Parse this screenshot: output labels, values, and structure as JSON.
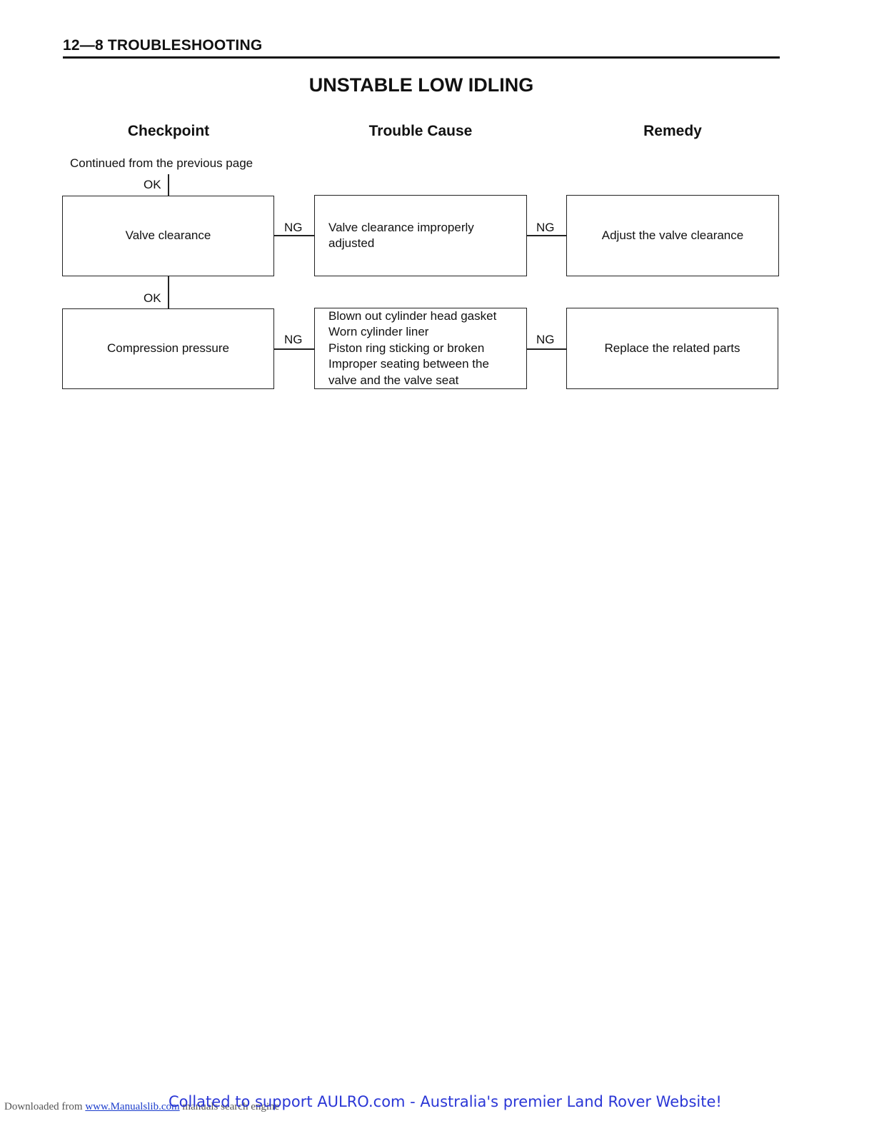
{
  "header": {
    "section": "12—8 TROUBLESHOOTING"
  },
  "page_title": "UNSTABLE LOW IDLING",
  "columns": {
    "checkpoint": "Checkpoint",
    "trouble_cause": "Trouble Cause",
    "remedy": "Remedy"
  },
  "flow": {
    "continued_text": "Continued from the previous page",
    "ok_label": "OK",
    "ng_label": "NG",
    "rows": [
      {
        "checkpoint": "Valve clearance",
        "causes": [
          "Valve clearance improperly",
          "adjusted"
        ],
        "remedy": "Adjust the valve clearance"
      },
      {
        "checkpoint": "Compression pressure",
        "causes": [
          "Blown out cylinder head gasket",
          "Worn cylinder liner",
          "Piston ring sticking or broken",
          "Improper seating between the",
          "valve and the valve seat"
        ],
        "remedy": "Replace the related parts"
      }
    ]
  },
  "footer": {
    "download_prefix": "Downloaded from",
    "download_link": "www.Manualslib.com",
    "download_suffix": "manuals search engine",
    "collated": "Collated to support AULRO.com - Australia's premier Land Rover Website!"
  }
}
